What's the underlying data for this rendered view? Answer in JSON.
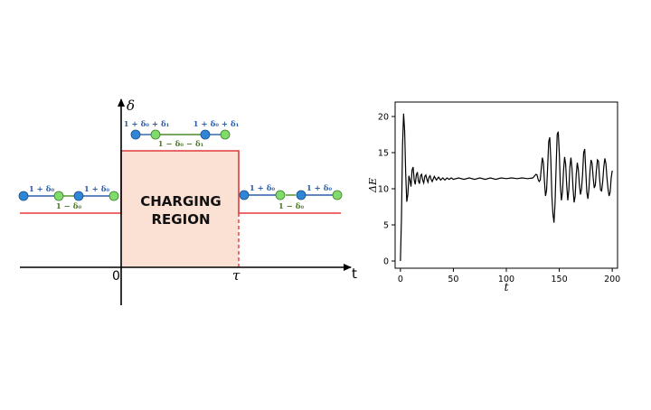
{
  "diagram": {
    "y_axis_label": "δ",
    "x_axis_label": "t",
    "origin_label": "0",
    "tau_label": "τ",
    "region_label_line1": "CHARGING",
    "region_label_line2": "REGION",
    "left_chain": {
      "strong_label": "1 + δ₀",
      "weak_label": "1 − δ₀"
    },
    "top_chain": {
      "strong_label": "1 + δ₀ + δ₁",
      "weak_label": "1 − δ₀ − δ₁"
    },
    "right_chain": {
      "strong_label": "1 + δ₀",
      "weak_label": "1 − δ₀"
    },
    "colors": {
      "step_line": "#e23a3a",
      "region_fill": "#fbe0d4",
      "site_blue": "#2f86d6",
      "site_green": "#7fdc6a",
      "strong_bond": "#2d5fa8",
      "weak_bond": "#4f8a28",
      "strong_text": "#2d5fa8",
      "weak_text": "#4f7a28"
    }
  },
  "chart_data": {
    "type": "line",
    "xlabel": "t",
    "ylabel": "ΔE",
    "xlim": [
      -5,
      205
    ],
    "ylim": [
      -1,
      22
    ],
    "xticks": [
      0,
      50,
      100,
      150,
      200
    ],
    "yticks": [
      0,
      5,
      10,
      15,
      20
    ],
    "grid": false,
    "series_color": "#000000",
    "points": [
      [
        0,
        0
      ],
      [
        1,
        6
      ],
      [
        2,
        16
      ],
      [
        3,
        20.4
      ],
      [
        4,
        18
      ],
      [
        5,
        12
      ],
      [
        6,
        8.2
      ],
      [
        7,
        9.2
      ],
      [
        8,
        11.8
      ],
      [
        9,
        11.2
      ],
      [
        10,
        10.3
      ],
      [
        11,
        12.6
      ],
      [
        12,
        13
      ],
      [
        13,
        11.2
      ],
      [
        14,
        10.6
      ],
      [
        15,
        11.9
      ],
      [
        16,
        12.3
      ],
      [
        17,
        11.1
      ],
      [
        18,
        10.7
      ],
      [
        19,
        11.8
      ],
      [
        20,
        12
      ],
      [
        21,
        11.2
      ],
      [
        22,
        10.8
      ],
      [
        23,
        11.7
      ],
      [
        24,
        11.9
      ],
      [
        25,
        11.3
      ],
      [
        26,
        10.9
      ],
      [
        27,
        11.6
      ],
      [
        28,
        11.8
      ],
      [
        29,
        11.3
      ],
      [
        30,
        11
      ],
      [
        32,
        11.7
      ],
      [
        34,
        11.2
      ],
      [
        36,
        11.6
      ],
      [
        38,
        11.2
      ],
      [
        40,
        11.5
      ],
      [
        42,
        11.2
      ],
      [
        44,
        11.5
      ],
      [
        46,
        11.3
      ],
      [
        48,
        11.5
      ],
      [
        50,
        11.3
      ],
      [
        55,
        11.5
      ],
      [
        60,
        11.3
      ],
      [
        65,
        11.5
      ],
      [
        70,
        11.3
      ],
      [
        75,
        11.5
      ],
      [
        80,
        11.3
      ],
      [
        85,
        11.5
      ],
      [
        90,
        11.3
      ],
      [
        95,
        11.5
      ],
      [
        100,
        11.4
      ],
      [
        105,
        11.5
      ],
      [
        110,
        11.4
      ],
      [
        115,
        11.5
      ],
      [
        120,
        11.4
      ],
      [
        125,
        11.5
      ],
      [
        128,
        12
      ],
      [
        129,
        11.9
      ],
      [
        130,
        11.3
      ],
      [
        131,
        11
      ],
      [
        132,
        11.2
      ],
      [
        133,
        12.8
      ],
      [
        134,
        14.3
      ],
      [
        135,
        13.6
      ],
      [
        136,
        11
      ],
      [
        137,
        9
      ],
      [
        138,
        9.8
      ],
      [
        139,
        13
      ],
      [
        140,
        16.5
      ],
      [
        141,
        17.1
      ],
      [
        142,
        14
      ],
      [
        143,
        9
      ],
      [
        144,
        6.5
      ],
      [
        145,
        5.3
      ],
      [
        146,
        8
      ],
      [
        147,
        13
      ],
      [
        148,
        17.5
      ],
      [
        149,
        17.9
      ],
      [
        150,
        15
      ],
      [
        151,
        10.5
      ],
      [
        152,
        8.4
      ],
      [
        153,
        9.5
      ],
      [
        154,
        12.5
      ],
      [
        155,
        14.4
      ],
      [
        156,
        13.4
      ],
      [
        157,
        10.5
      ],
      [
        158,
        8.4
      ],
      [
        159,
        9.8
      ],
      [
        160,
        13
      ],
      [
        161,
        14.3
      ],
      [
        162,
        12.8
      ],
      [
        163,
        10
      ],
      [
        164,
        8.1
      ],
      [
        165,
        9
      ],
      [
        166,
        12
      ],
      [
        167,
        13.6
      ],
      [
        168,
        12.6
      ],
      [
        169,
        10.5
      ],
      [
        170,
        9.2
      ],
      [
        171,
        10
      ],
      [
        172,
        12
      ],
      [
        173,
        15
      ],
      [
        174,
        15.5
      ],
      [
        175,
        12.5
      ],
      [
        176,
        9.5
      ],
      [
        177,
        8.6
      ],
      [
        178,
        10
      ],
      [
        179,
        12.5
      ],
      [
        180,
        14
      ],
      [
        181,
        13.5
      ],
      [
        182,
        11.5
      ],
      [
        183,
        10.1
      ],
      [
        184,
        10.5
      ],
      [
        185,
        12.5
      ],
      [
        186,
        14
      ],
      [
        187,
        13.8
      ],
      [
        188,
        11.5
      ],
      [
        189,
        9.8
      ],
      [
        190,
        9.7
      ],
      [
        191,
        11
      ],
      [
        192,
        13
      ],
      [
        193,
        14.2
      ],
      [
        194,
        13.5
      ],
      [
        195,
        11.5
      ],
      [
        196,
        10
      ],
      [
        197,
        9
      ],
      [
        198,
        9.5
      ],
      [
        199,
        11.5
      ],
      [
        200,
        12.5
      ]
    ]
  }
}
